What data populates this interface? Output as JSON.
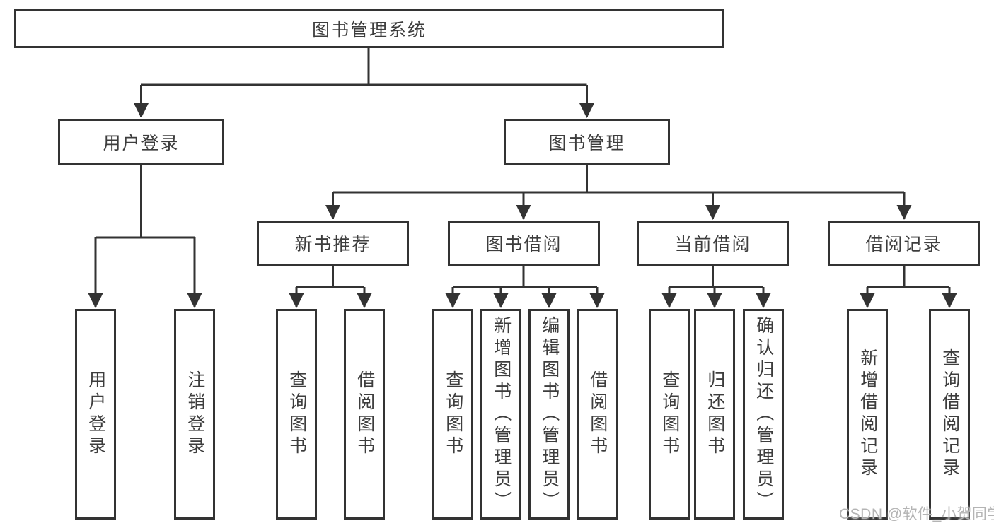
{
  "tree": {
    "label": "图书管理系统",
    "children": [
      {
        "label": "用户登录",
        "children": [
          {
            "label": "用户登录"
          },
          {
            "label": "注销登录"
          }
        ]
      },
      {
        "label": "图书管理",
        "children": [
          {
            "label": "新书推荐",
            "children": [
              {
                "label": "查询图书"
              },
              {
                "label": "借阅图书"
              }
            ]
          },
          {
            "label": "图书借阅",
            "children": [
              {
                "label": "查询图书"
              },
              {
                "label": "新增图书（管理员）"
              },
              {
                "label": "编辑图书（管理员）"
              },
              {
                "label": "借阅图书"
              }
            ]
          },
          {
            "label": "当前借阅",
            "children": [
              {
                "label": "查询图书"
              },
              {
                "label": "归还图书"
              },
              {
                "label": "确认归还（管理员）"
              }
            ]
          },
          {
            "label": "借阅记录",
            "children": [
              {
                "label": "新增借阅记录"
              },
              {
                "label": "查询借阅记录"
              }
            ]
          }
        ]
      }
    ]
  },
  "watermark": "CSDN @软件_小贺同学",
  "colors": {
    "line": "#333333",
    "text": "#3d3d3d",
    "background": "#ffffff",
    "watermark": "#b4b4b4"
  }
}
